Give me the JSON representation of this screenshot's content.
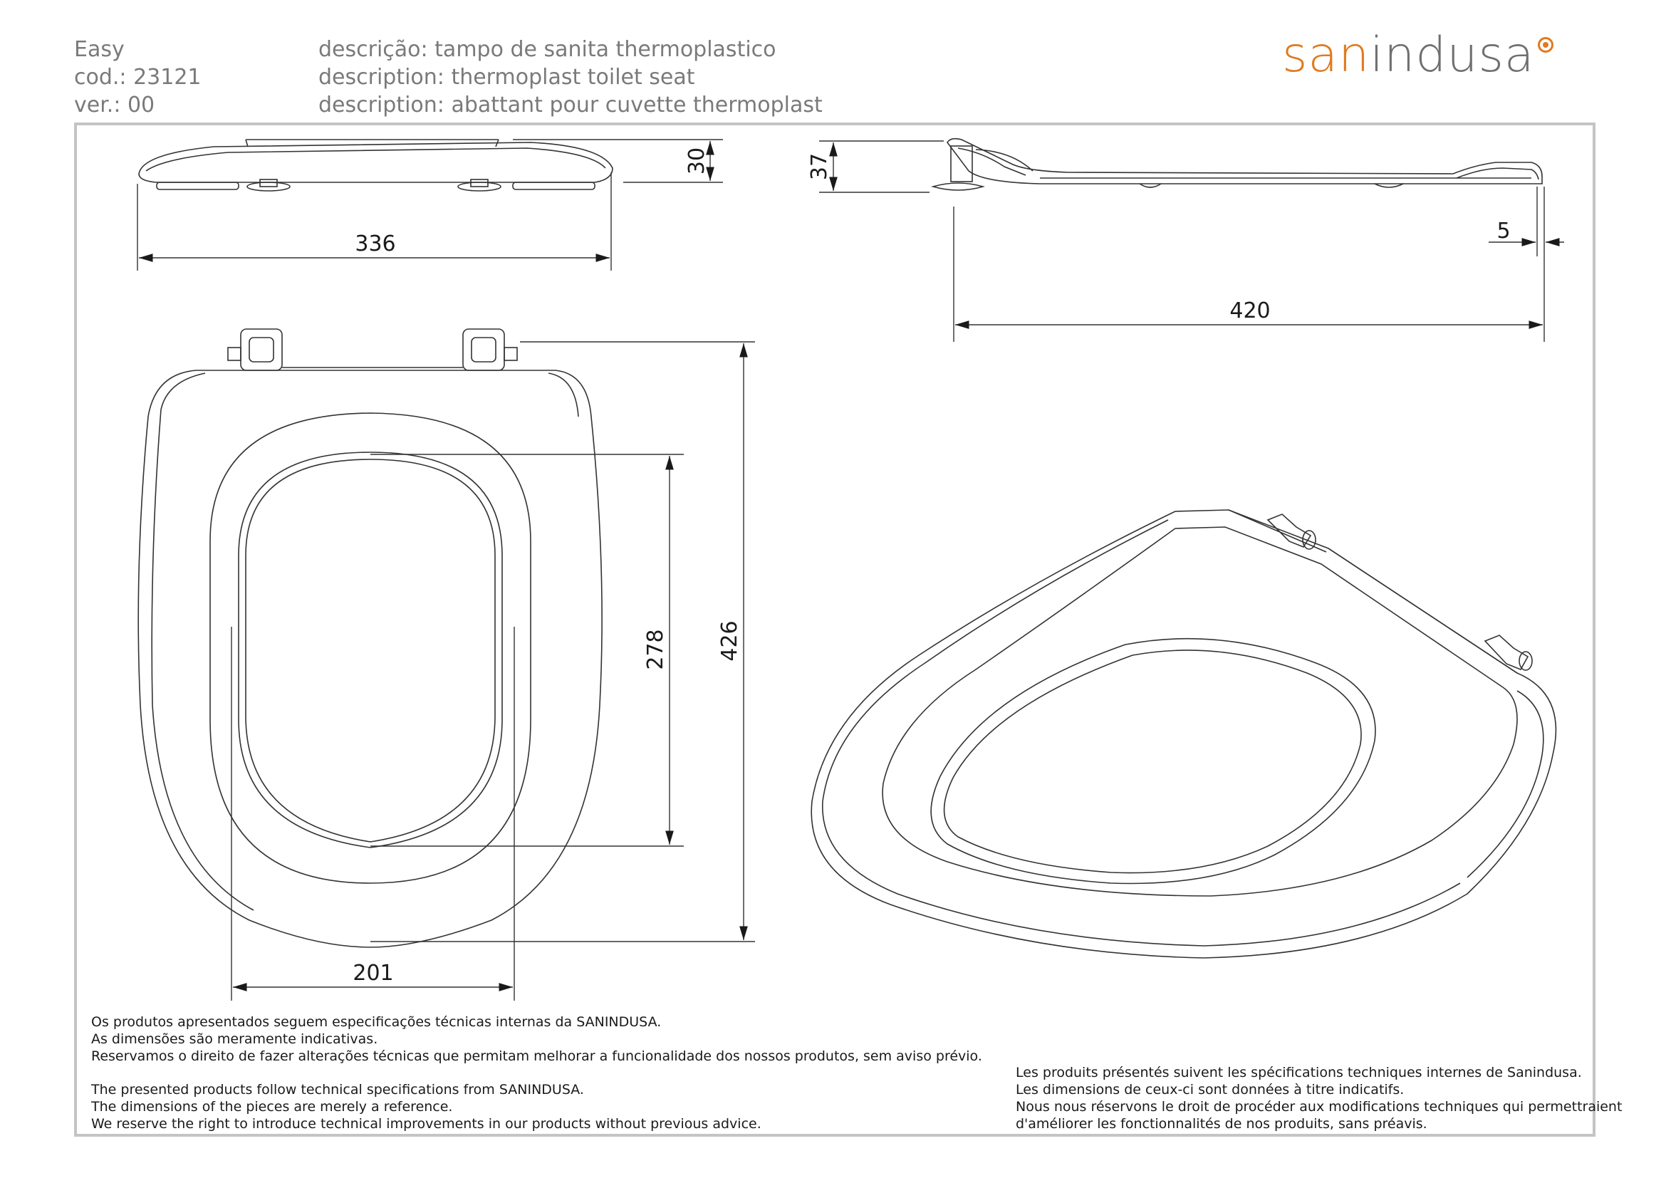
{
  "header": {
    "name": "Easy",
    "code": "cod.: 23121",
    "version": "ver.: 00",
    "desc_pt": "descrição: tampo de sanita thermoplastico",
    "desc_en": "description: thermoplast toilet seat",
    "desc_fr": "description: abattant pour cuvette thermoplast"
  },
  "logo": {
    "part1": "san",
    "part2": "indusa",
    "accent_color": "#e07a1e",
    "text_color": "#6f6f6f"
  },
  "dimensions": {
    "front_width": "336",
    "front_height": "30",
    "side_height": "37",
    "side_offset": "5",
    "side_length": "420",
    "inner_length": "278",
    "total_length": "426",
    "inner_width": "201"
  },
  "notes": {
    "pt": [
      "Os produtos apresentados seguem especificações técnicas internas da SANINDUSA.",
      "As dimensões são meramente indicativas.",
      "Reservamos o direito de fazer alterações técnicas que permitam melhorar a funcionalidade dos nossos produtos, sem aviso prévio."
    ],
    "en": [
      "The presented products follow technical specifications from SANINDUSA.",
      "The dimensions of the pieces are merely a reference.",
      "We reserve the right to introduce technical improvements in our products without previous advice."
    ],
    "fr": [
      "Les produits présentés suivent les spécifications techniques internes de Sanindusa.",
      "Les dimensions de ceux-ci sont données à titre indicatifs.",
      "Nous nous réservons le droit de procéder aux modifications techniques qui permettraient",
      "d'améliorer les fonctionnalités de nos produits, sans préavis."
    ]
  }
}
